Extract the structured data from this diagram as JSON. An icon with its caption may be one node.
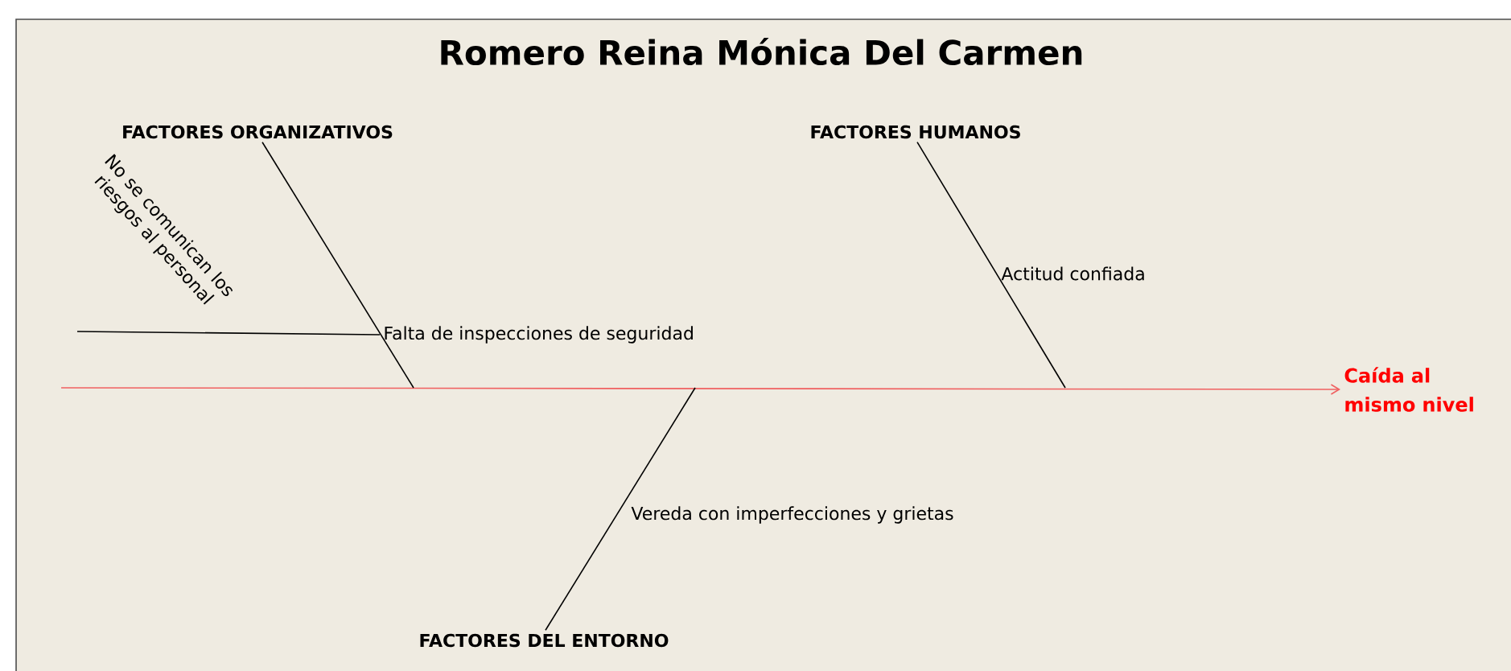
{
  "diagram": {
    "title": "Romero Reina Mónica Del Carmen",
    "nodes": [
      {
        "text": [
          "FACTORES ORGANIZATIVOS"
        ]
      },
      {
        "text": [
          "FACTORES HUMANOS"
        ]
      },
      {
        "text": [
          "FACTORES DEL ENTORNO"
        ]
      },
      {
        "text": [
          "Caída al mismo nivel"
        ]
      },
      {
        "text": [
          "Falta de inspecciones de seguridad"
        ]
      },
      {
        "text": [
          "No se comunican los riesgos al personal"
        ]
      },
      {
        "text": [
          "Actitud confiada"
        ]
      },
      {
        "text": [
          "Vereda con imperfecciones y grietas"
        ]
      }
    ],
    "edges": [
      {
        "from": null,
        "to": 3,
        "arrow": "to",
        "color": "#f06060"
      },
      {
        "from": 0,
        "to": null,
        "arrow": "none"
      },
      {
        "from": 1,
        "to": null,
        "arrow": "none"
      },
      {
        "from": 2,
        "to": null,
        "arrow": "none"
      },
      {
        "from": 5,
        "to": 4,
        "arrow": "none"
      }
    ]
  }
}
